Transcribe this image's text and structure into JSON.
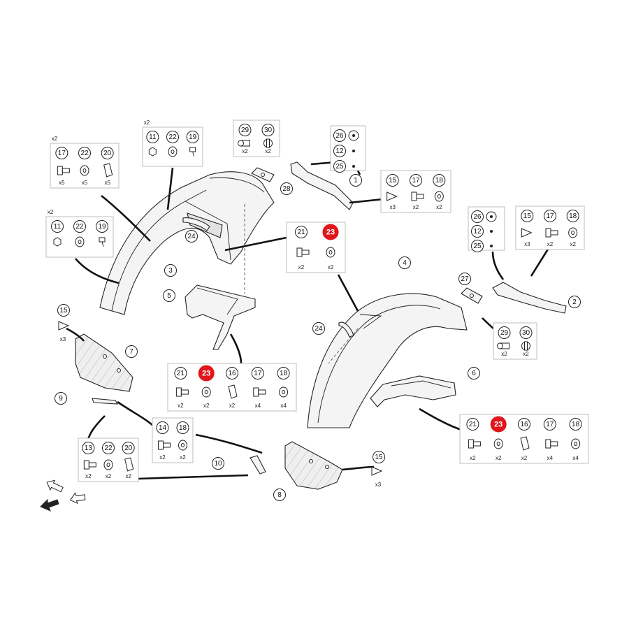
{
  "diagram": {
    "callouts": [
      "1",
      "2",
      "3",
      "4",
      "5",
      "6",
      "7",
      "8",
      "9",
      "10",
      "11",
      "12",
      "13",
      "14",
      "15",
      "16",
      "17",
      "18",
      "19",
      "20",
      "21",
      "22",
      "23",
      "24",
      "25",
      "26",
      "27",
      "28",
      "29",
      "30"
    ],
    "highlighted_callout": "23",
    "highlight_color": "#e0161a",
    "box_border_color": "#bdbdbd",
    "groups": {
      "g_17_22_20": {
        "label": "x2",
        "c": [
          "17",
          "22",
          "20"
        ],
        "q": [
          "x5",
          "x5",
          "x5"
        ]
      },
      "g_11_22_19_top": {
        "label": "x2",
        "c": [
          "11",
          "22",
          "19"
        ],
        "q": [
          "",
          "",
          ""
        ]
      },
      "g_29_30_top": {
        "c": [
          "29",
          "30"
        ],
        "q": [
          "x2",
          "x2"
        ]
      },
      "g_26_12_25_top": {
        "c": [
          "26",
          "12",
          "25"
        ]
      },
      "g_15_17_18_top": {
        "c": [
          "15",
          "17",
          "18"
        ],
        "q": [
          "x3",
          "x2",
          "x2"
        ]
      },
      "g_11_22_19_left": {
        "label": "x2",
        "c": [
          "11",
          "22",
          "19"
        ],
        "q": [
          "",
          "",
          ""
        ]
      },
      "g_21_23_top": {
        "c": [
          "21",
          "23"
        ],
        "q": [
          "x2",
          "x2"
        ]
      },
      "g_26_12_25_right": {
        "c": [
          "26",
          "12",
          "25"
        ]
      },
      "g_15_17_18_right": {
        "c": [
          "15",
          "17",
          "18"
        ],
        "q": [
          "x3",
          "x2",
          "x2"
        ]
      },
      "g_29_30_right": {
        "c": [
          "29",
          "30"
        ],
        "q": [
          "x2",
          "x2"
        ]
      },
      "g_21_23_16_17_18_mid": {
        "c": [
          "21",
          "23",
          "16",
          "17",
          "18"
        ],
        "q": [
          "x2",
          "x2",
          "x2",
          "x4",
          "x4"
        ]
      },
      "g_21_23_16_17_18_right": {
        "c": [
          "21",
          "23",
          "16",
          "17",
          "18"
        ],
        "q": [
          "x2",
          "x2",
          "x2",
          "x4",
          "x4"
        ]
      },
      "g_14_18": {
        "c": [
          "14",
          "18"
        ],
        "q": [
          "x2",
          "x2"
        ]
      },
      "g_13_22_20": {
        "c": [
          "13",
          "22",
          "20"
        ],
        "q": [
          "x2",
          "x2",
          "x2"
        ]
      }
    },
    "single_qty": {
      "q15_left": "x3",
      "q15_bottom": "x3"
    }
  }
}
